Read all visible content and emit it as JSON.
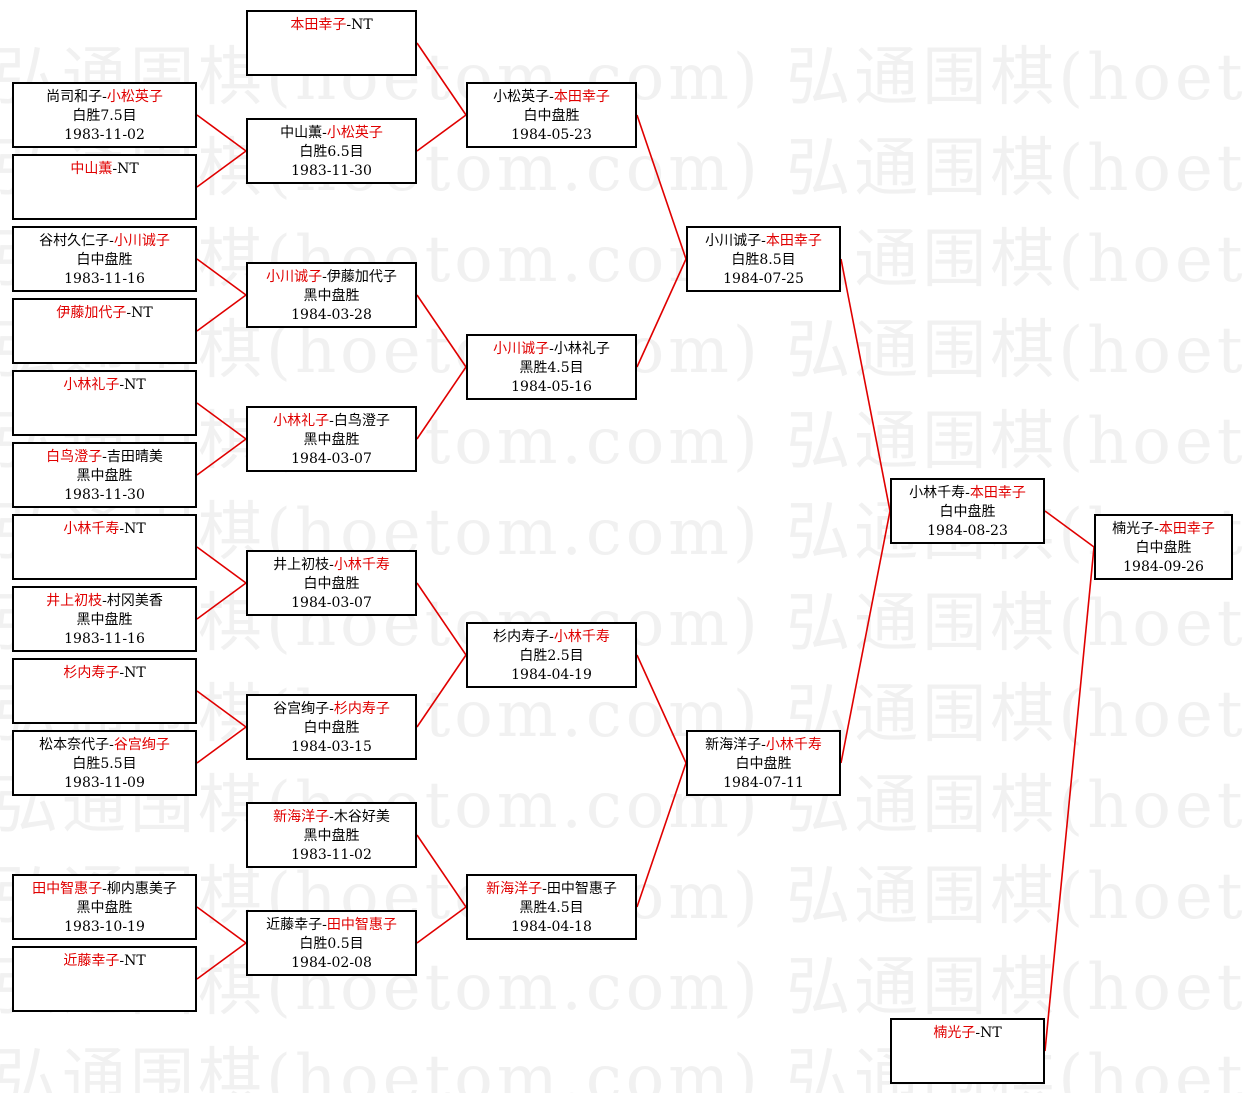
{
  "watermark": "弘通围棋(hoetom.com)",
  "colors": {
    "line": "#e00000",
    "winner": "#e00000",
    "box_border": "#000000",
    "watermark": "#f1f1f1"
  },
  "matches": [
    {
      "id": "r1-1",
      "p1": "尚司和子",
      "p2": "小松英子",
      "winner": "p2",
      "result": "白胜7.5目",
      "date": "1983-11-02"
    },
    {
      "id": "r1-2",
      "p1": "中山薫",
      "p2": "NT",
      "winner": "p1",
      "result": "",
      "date": ""
    },
    {
      "id": "r1-3",
      "p1": "谷村久仁子",
      "p2": "小川诚子",
      "winner": "p2",
      "result": "白中盘胜",
      "date": "1983-11-16"
    },
    {
      "id": "r1-4",
      "p1": "伊藤加代子",
      "p2": "NT",
      "winner": "p1",
      "result": "",
      "date": ""
    },
    {
      "id": "r1-5",
      "p1": "小林礼子",
      "p2": "NT",
      "winner": "p1",
      "result": "",
      "date": ""
    },
    {
      "id": "r1-6",
      "p1": "白鸟澄子",
      "p2": "吉田晴美",
      "winner": "p1",
      "result": "黑中盘胜",
      "date": "1983-11-30"
    },
    {
      "id": "r1-7",
      "p1": "小林千寿",
      "p2": "NT",
      "winner": "p1",
      "result": "",
      "date": ""
    },
    {
      "id": "r1-8",
      "p1": "井上初枝",
      "p2": "村冈美香",
      "winner": "p1",
      "result": "黑中盘胜",
      "date": "1983-11-16"
    },
    {
      "id": "r1-9",
      "p1": "杉内寿子",
      "p2": "NT",
      "winner": "p1",
      "result": "",
      "date": ""
    },
    {
      "id": "r1-10",
      "p1": "松本奈代子",
      "p2": "谷宫绚子",
      "winner": "p2",
      "result": "白胜5.5目",
      "date": "1983-11-09"
    },
    {
      "id": "r1-11",
      "p1": "田中智惠子",
      "p2": "柳内惠美子",
      "winner": "p1",
      "result": "黑中盘胜",
      "date": "1983-10-19"
    },
    {
      "id": "r1-12",
      "p1": "近藤幸子",
      "p2": "NT",
      "winner": "p1",
      "result": "",
      "date": ""
    },
    {
      "id": "r2-1",
      "p1": "本田幸子",
      "p2": "NT",
      "winner": "p1",
      "result": "",
      "date": ""
    },
    {
      "id": "r2-2",
      "p1": "中山薫",
      "p2": "小松英子",
      "winner": "p2",
      "result": "白胜6.5目",
      "date": "1983-11-30"
    },
    {
      "id": "r2-3",
      "p1": "小川诚子",
      "p2": "伊藤加代子",
      "winner": "p1",
      "result": "黑中盘胜",
      "date": "1984-03-28"
    },
    {
      "id": "r2-4",
      "p1": "小林礼子",
      "p2": "白鸟澄子",
      "winner": "p1",
      "result": "黑中盘胜",
      "date": "1984-03-07"
    },
    {
      "id": "r2-5",
      "p1": "井上初枝",
      "p2": "小林千寿",
      "winner": "p2",
      "result": "白中盘胜",
      "date": "1984-03-07"
    },
    {
      "id": "r2-6",
      "p1": "谷宫绚子",
      "p2": "杉内寿子",
      "winner": "p2",
      "result": "白中盘胜",
      "date": "1984-03-15"
    },
    {
      "id": "r2-7",
      "p1": "新海洋子",
      "p2": "木谷好美",
      "winner": "p1",
      "result": "黑中盘胜",
      "date": "1983-11-02"
    },
    {
      "id": "r2-8",
      "p1": "近藤幸子",
      "p2": "田中智惠子",
      "winner": "p2",
      "result": "白胜0.5目",
      "date": "1984-02-08"
    },
    {
      "id": "r3-1",
      "p1": "小松英子",
      "p2": "本田幸子",
      "winner": "p2",
      "result": "白中盘胜",
      "date": "1984-05-23"
    },
    {
      "id": "r3-2",
      "p1": "小川诚子",
      "p2": "小林礼子",
      "winner": "p1",
      "result": "黑胜4.5目",
      "date": "1984-05-16"
    },
    {
      "id": "r3-3",
      "p1": "杉内寿子",
      "p2": "小林千寿",
      "winner": "p2",
      "result": "白胜2.5目",
      "date": "1984-04-19"
    },
    {
      "id": "r3-4",
      "p1": "新海洋子",
      "p2": "田中智惠子",
      "winner": "p1",
      "result": "黑胜4.5目",
      "date": "1984-04-18"
    },
    {
      "id": "r4-1",
      "p1": "小川诚子",
      "p2": "本田幸子",
      "winner": "p2",
      "result": "白胜8.5目",
      "date": "1984-07-25"
    },
    {
      "id": "r4-2",
      "p1": "新海洋子",
      "p2": "小林千寿",
      "winner": "p2",
      "result": "白中盘胜",
      "date": "1984-07-11"
    },
    {
      "id": "r5-1",
      "p1": "小林千寿",
      "p2": "本田幸子",
      "winner": "p2",
      "result": "白中盘胜",
      "date": "1984-08-23"
    },
    {
      "id": "r5-2",
      "p1": "楠光子",
      "p2": "NT",
      "winner": "p1",
      "result": "",
      "date": ""
    },
    {
      "id": "final",
      "p1": "楠光子",
      "p2": "本田幸子",
      "winner": "p2",
      "result": "白中盘胜",
      "date": "1984-09-26"
    }
  ]
}
